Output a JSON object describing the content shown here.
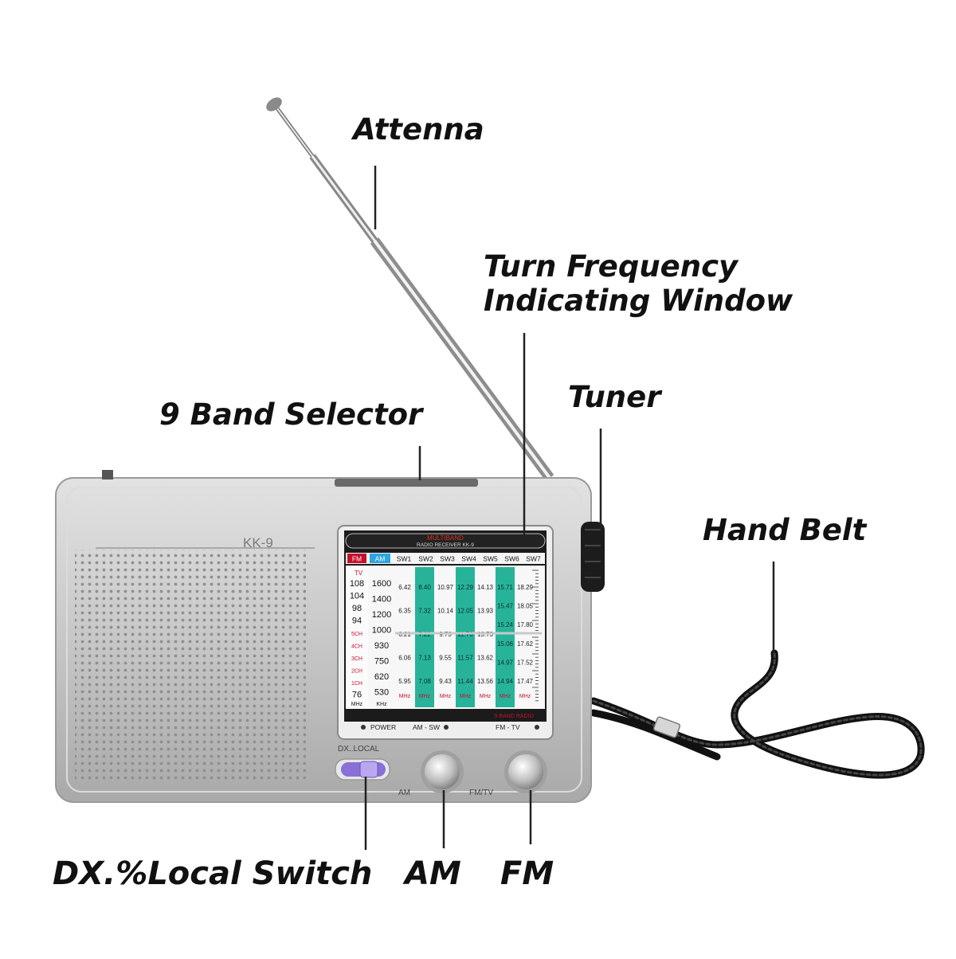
{
  "callouts": {
    "attenna": "Attenna",
    "window_line1": "Turn Frequency",
    "window_line2": "Indicating Window",
    "tuner": "Tuner",
    "band_selector": "9 Band Selector",
    "hand_belt": "Hand Belt",
    "dx_switch": "DX.%Local Switch",
    "am": "AM",
    "fm": "FM"
  },
  "radio": {
    "model": "KK-9",
    "dial_header_line1": "MULTIBAND",
    "dial_header_line2": "RADIO RECEIVER KK-9",
    "dial_footer": "9 BAND RADIO",
    "bands": [
      "FM",
      "AM",
      "SW1",
      "SW2",
      "SW3",
      "SW4",
      "SW5",
      "SW6",
      "SW7"
    ],
    "tv_label": "TV",
    "fm_scale": [
      "108",
      "104",
      "98",
      "94",
      "5CH",
      "4CH",
      "3CH",
      "2CH",
      "1CH",
      "76"
    ],
    "fm_unit": "MHz",
    "am_scale": [
      "1600",
      "1400",
      "1200",
      "1000",
      "930",
      "750",
      "620",
      "530"
    ],
    "am_unit": "KHz",
    "sw_columns": [
      [
        "6.42",
        "6.35",
        "6.21",
        "6.06",
        "5.95"
      ],
      [
        "8.40",
        "7.32",
        "7.22",
        "7.13",
        "7.08"
      ],
      [
        "10.97",
        "10.14",
        "9.73",
        "9.55",
        "9.43"
      ],
      [
        "12.29",
        "12.05",
        "11.70",
        "11.57",
        "11.44"
      ],
      [
        "14.13",
        "13.93",
        "13.73",
        "13.62",
        "13.56"
      ],
      [
        "15.71",
        "15.47",
        "15.24",
        "15.06",
        "14.97",
        "14.94"
      ],
      [
        "18.29",
        "18.05",
        "17.80",
        "17.62",
        "17.52",
        "17.47"
      ]
    ],
    "sw_unit": "MHz",
    "indicators": {
      "power": "POWER",
      "am_sw": "AM - SW",
      "fm_tv": "FM - TV"
    },
    "dx_local_label": "DX..LOCAL",
    "am_button_label": "AM",
    "fm_button_label": "FM/TV",
    "colors": {
      "body": "#c9c9c9",
      "fm_tab": "#c8102e",
      "am_tab": "#2aa7df",
      "teal_band": "#27b39a",
      "switch": "#8a6fd6"
    }
  }
}
